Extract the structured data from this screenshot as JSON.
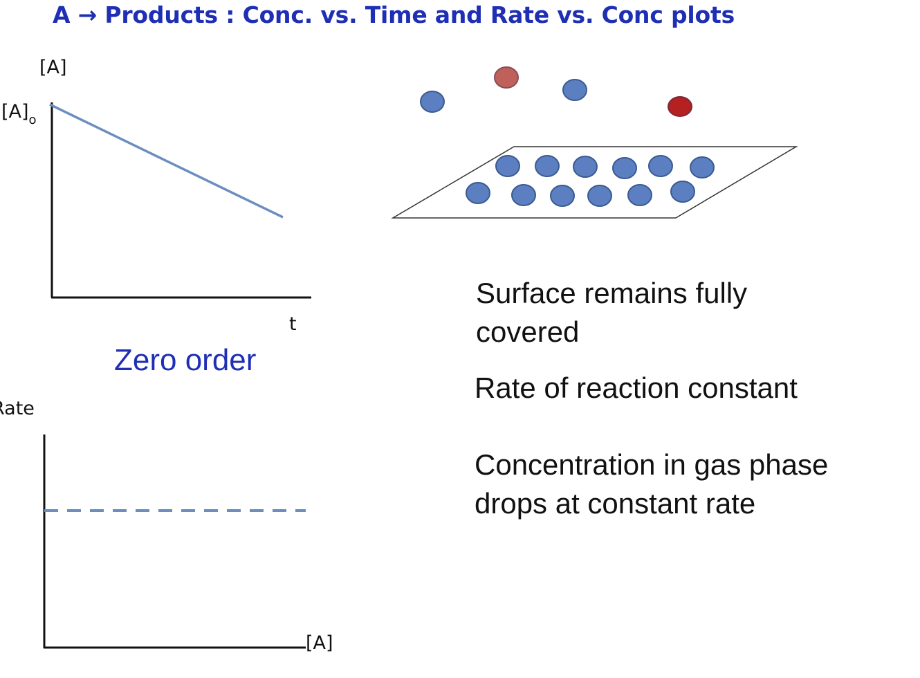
{
  "title": "A → Products :  Conc. vs. Time and Rate vs. Conc plots",
  "conc_plot": {
    "ylabel": "[A]",
    "y0_label": "[A]",
    "y0_subscript": "o",
    "xlabel": "t"
  },
  "caption": "Zero order",
  "rate_plot": {
    "ylabel": "Rate",
    "xlabel": "[A]"
  },
  "observations": {
    "surface": [
      "Surface remains fully",
      "covered"
    ],
    "rate": "Rate of reaction constant",
    "concentration": [
      "Concentration in gas phase",
      "drops at constant rate"
    ]
  },
  "colors": {
    "title": "#1f2fb5",
    "line": "#6c8ebf",
    "molecule": "#5b7fc0",
    "molecule_light_red": "#c0605a",
    "molecule_red": "#b52020"
  }
}
